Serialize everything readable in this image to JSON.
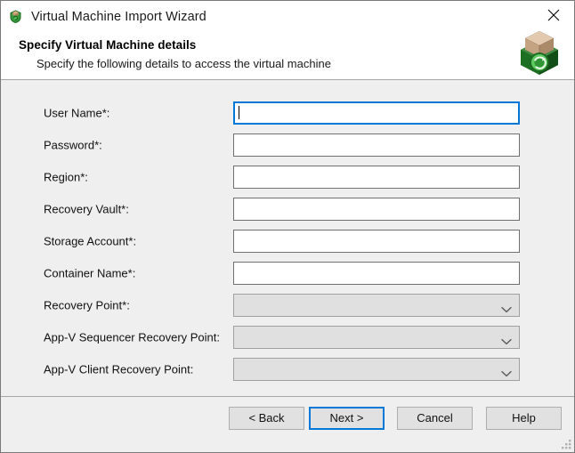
{
  "window": {
    "title": "Virtual Machine Import Wizard",
    "title_icon": "vm-shield-box-icon",
    "close_icon": "close-icon"
  },
  "header": {
    "title": "Specify Virtual Machine details",
    "subtitle": "Specify the following details to access the virtual machine",
    "icon": "green-cube-refresh-icon"
  },
  "form": {
    "fields": [
      {
        "label": "User Name*:",
        "type": "text",
        "value": "",
        "placeholder": "",
        "focused": true,
        "disabled": false,
        "name": "user-name"
      },
      {
        "label": "Password*:",
        "type": "text",
        "value": "",
        "placeholder": "",
        "focused": false,
        "disabled": false,
        "name": "password"
      },
      {
        "label": "Region*:",
        "type": "text",
        "value": "",
        "placeholder": "",
        "focused": false,
        "disabled": false,
        "name": "region"
      },
      {
        "label": "Recovery Vault*:",
        "type": "text",
        "value": "",
        "placeholder": "",
        "focused": false,
        "disabled": false,
        "name": "recovery-vault"
      },
      {
        "label": "Storage Account*:",
        "type": "text",
        "value": "",
        "placeholder": "",
        "focused": false,
        "disabled": false,
        "name": "storage-account"
      },
      {
        "label": "Container Name*:",
        "type": "text",
        "value": "",
        "placeholder": "",
        "focused": false,
        "disabled": false,
        "name": "container-name"
      },
      {
        "label": "Recovery Point*:",
        "type": "combo",
        "value": "",
        "placeholder": "",
        "focused": false,
        "disabled": true,
        "name": "recovery-point"
      },
      {
        "label": "App-V Sequencer Recovery Point:",
        "type": "combo",
        "value": "",
        "placeholder": "",
        "focused": false,
        "disabled": true,
        "name": "appv-sequencer-recovery-point"
      },
      {
        "label": "App-V Client Recovery Point:",
        "type": "combo",
        "value": "",
        "placeholder": "",
        "focused": false,
        "disabled": true,
        "name": "appv-client-recovery-point"
      }
    ]
  },
  "footer": {
    "buttons": [
      {
        "label": "< Back",
        "name": "back-button",
        "default": false
      },
      {
        "label": "Next >",
        "name": "next-button",
        "default": true
      },
      {
        "label": "Cancel",
        "name": "cancel-button",
        "default": false
      },
      {
        "label": "Help",
        "name": "help-button",
        "default": false
      }
    ],
    "resize_grip_icon": "resize-grip-icon"
  },
  "colors": {
    "accent": "#0078d7",
    "window_bg": "#efefef",
    "header_bg": "#ffffff",
    "border": "#a6a6a6",
    "field_border": "#707070",
    "disabled_bg": "#e0e0e0",
    "button_bg": "#e1e1e1"
  }
}
